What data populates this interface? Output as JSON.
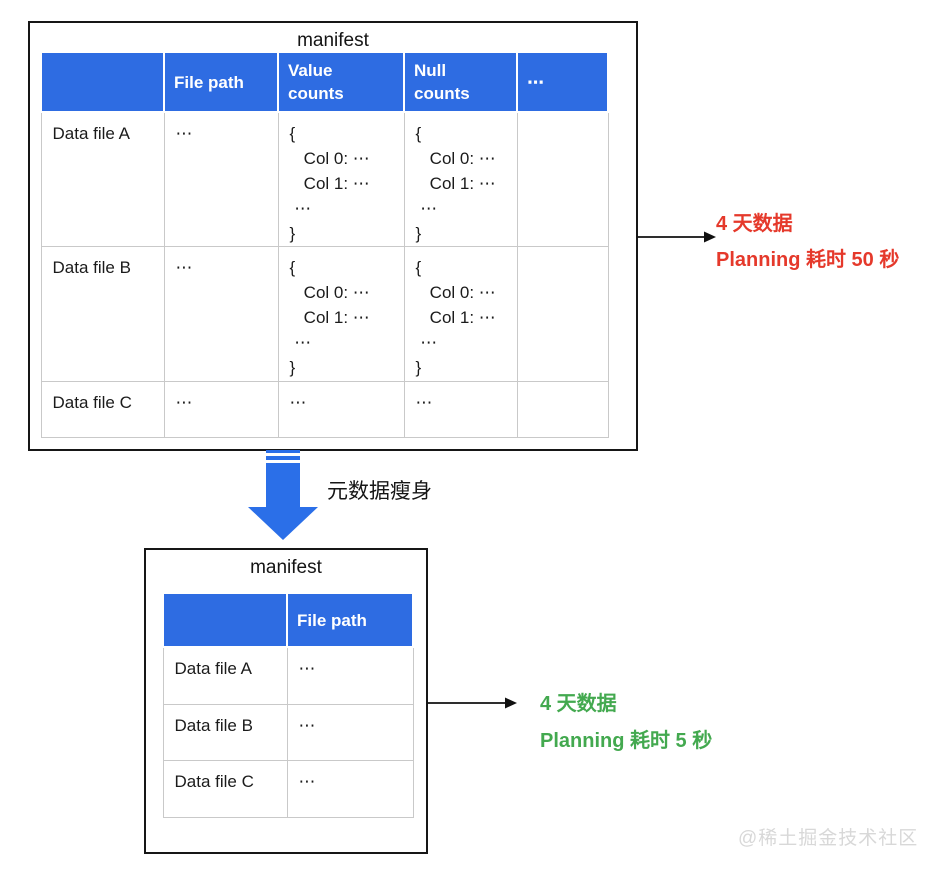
{
  "before": {
    "title": "manifest",
    "columns": [
      "",
      "File path",
      "Value\ncounts",
      "Null\ncounts",
      "⋯"
    ],
    "rows": [
      {
        "label": "Data file A",
        "cells": [
          "⋯",
          "{\n   Col 0: ⋯\n   Col 1: ⋯\n ⋯\n}",
          "{\n   Col 0: ⋯\n   Col 1: ⋯\n ⋯\n}",
          ""
        ]
      },
      {
        "label": "Data file B",
        "cells": [
          "⋯",
          "{\n   Col 0: ⋯\n   Col 1: ⋯\n ⋯\n}",
          "{\n   Col 0: ⋯\n   Col 1: ⋯\n ⋯\n}",
          ""
        ]
      },
      {
        "label": "Data file C",
        "cells": [
          "⋯",
          "⋯",
          "⋯",
          ""
        ]
      }
    ],
    "annotation": {
      "line1": "4 天数据",
      "line2": "Planning 耗时 50 秒"
    }
  },
  "transform": {
    "label": "元数据瘦身"
  },
  "after": {
    "title": "manifest",
    "columns": [
      "",
      "File path"
    ],
    "rows": [
      {
        "label": "Data file A",
        "cells": [
          "⋯"
        ]
      },
      {
        "label": "Data file B",
        "cells": [
          "⋯"
        ]
      },
      {
        "label": "Data file C",
        "cells": [
          "⋯"
        ]
      }
    ],
    "annotation": {
      "line1": "4 天数据",
      "line2": "Planning 耗时 5 秒"
    }
  },
  "watermark": "@稀土掘金技术社区",
  "colors": {
    "header_blue": "#2E6CE2",
    "arrow_blue": "#2B6FE8",
    "annotation_red": "#E5392B",
    "annotation_green": "#43A94F",
    "grid_gray": "#C9C9C9",
    "watermark_gray": "#D8D8D8"
  }
}
